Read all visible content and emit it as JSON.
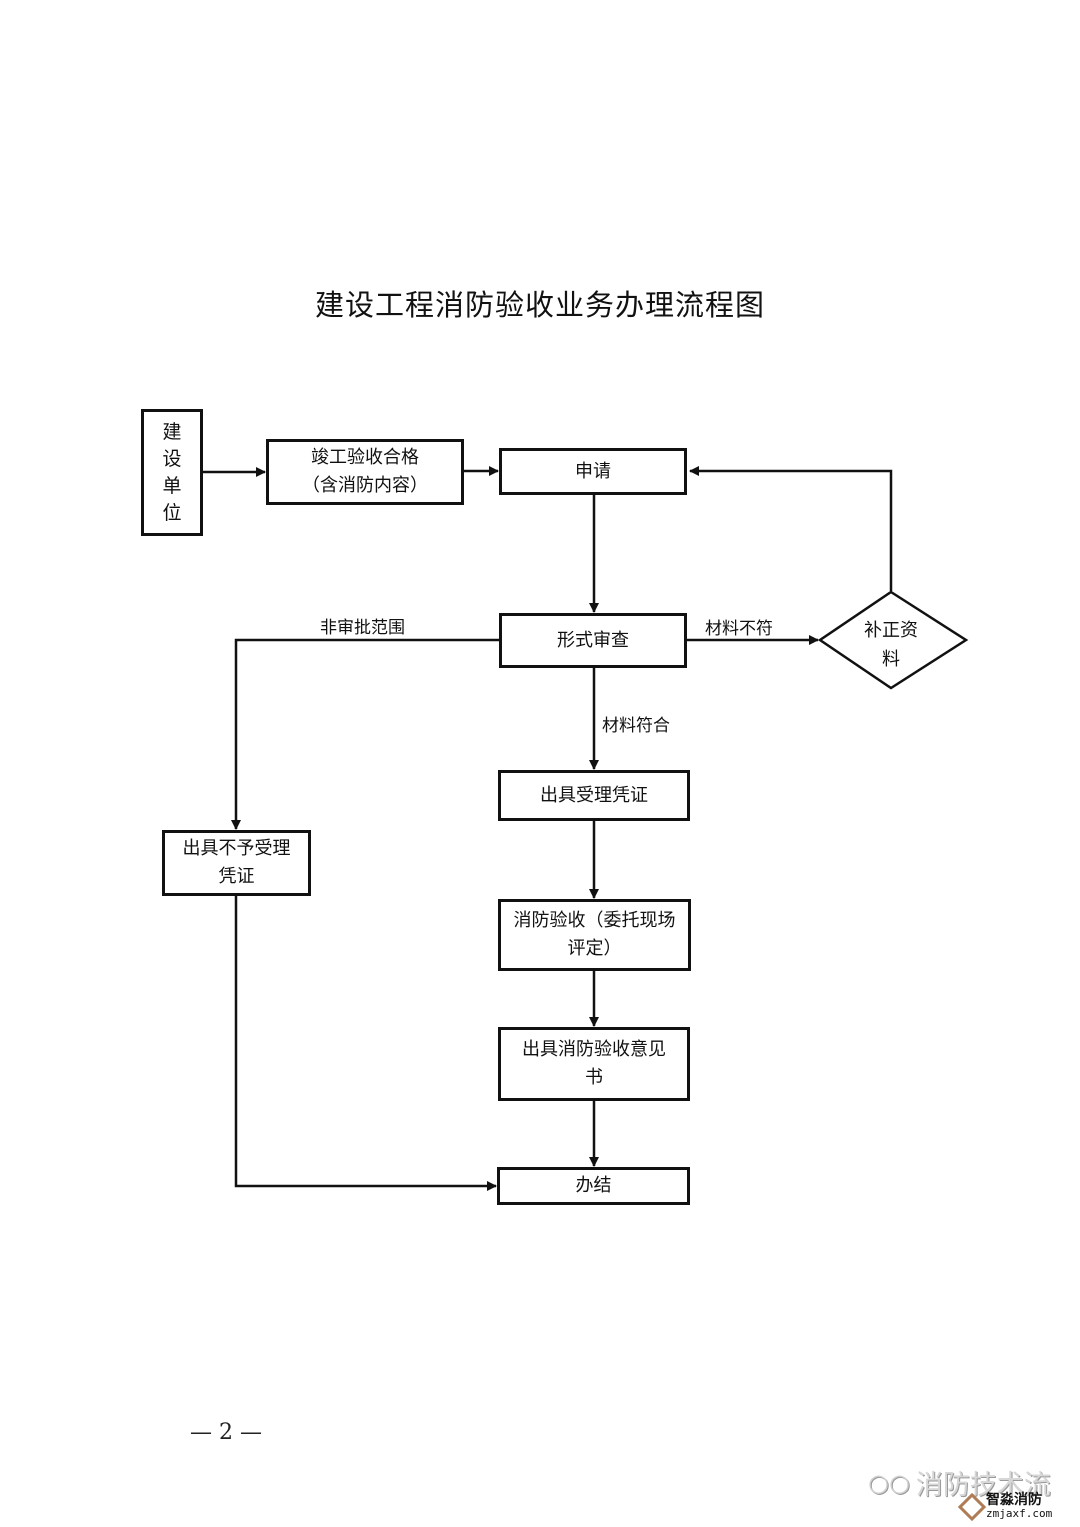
{
  "document": {
    "title": "建设工程消防验收业务办理流程图",
    "page_number": "— 2 —"
  },
  "nodes": {
    "construction_unit": "建设单位",
    "construction_unit_chars": [
      "建",
      "设",
      "单",
      "位"
    ],
    "completion_acceptance": [
      "竣工验收合格",
      "（含消防内容）"
    ],
    "application": "申请",
    "formal_review": "形式审查",
    "supplement_materials": [
      "补正资",
      "料"
    ],
    "issue_acceptance_voucher": "出具受理凭证",
    "issue_rejection_voucher": [
      "出具不予受理",
      "凭证"
    ],
    "fire_acceptance": [
      "消防验收（委托现场",
      "评定）"
    ],
    "issue_opinion": [
      "出具消防验收意见",
      "书"
    ],
    "completed": "办结"
  },
  "edge_labels": {
    "out_of_scope": "非审批范围",
    "materials_mismatch": "材料不符",
    "materials_match": "材料符合"
  },
  "watermark": {
    "channel": "消防技术流",
    "brand_cn": "智淼消防",
    "brand_url": "zmjaxf.com",
    "icon": "wechat-icon"
  }
}
